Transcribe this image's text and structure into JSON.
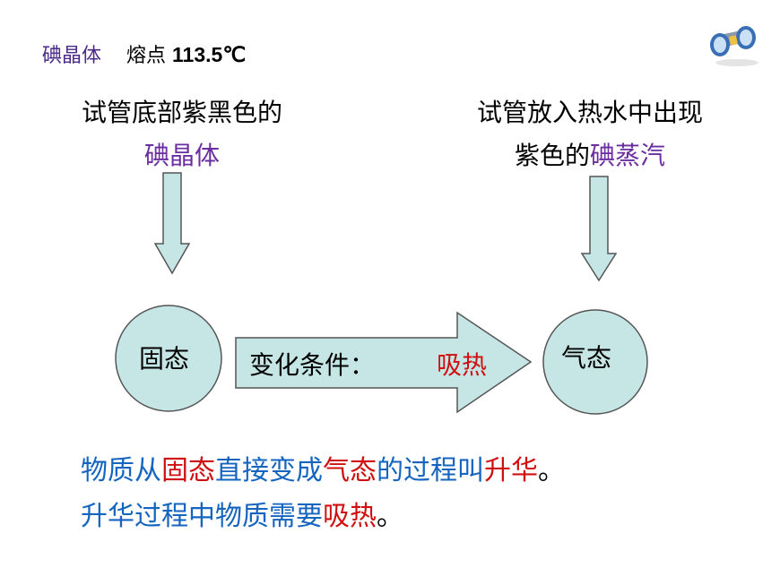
{
  "header": {
    "substance": "碘晶体",
    "melting_label": "熔点",
    "melting_value": "113.5℃"
  },
  "left_desc": {
    "line1": "试管底部紫黑色的",
    "line2": "碘晶体"
  },
  "right_desc": {
    "line1": "试管放入热水中出现",
    "line2_plain": "紫色的",
    "line2_colored": "碘蒸汽"
  },
  "diagram": {
    "solid_label": "固态",
    "gas_label": "气态",
    "condition_label": "变化条件：",
    "condition_value": "吸热"
  },
  "sentence1": {
    "p1": "物质从",
    "p2": "固态",
    "p3": "直接",
    "p4": "变成",
    "p5": "气态",
    "p6": "的过程叫",
    "p7": "升华",
    "p8": "。"
  },
  "sentence2": {
    "p1": "升华过程中物质需要",
    "p2": "吸热",
    "p3": "。"
  },
  "colors": {
    "shape_fill": "#c6e6e6",
    "shape_stroke": "#555555",
    "purple": "#6a2ea0",
    "red": "#d01010",
    "blue": "#1565c0"
  },
  "icons": {
    "corner": "binoculars-icon"
  }
}
